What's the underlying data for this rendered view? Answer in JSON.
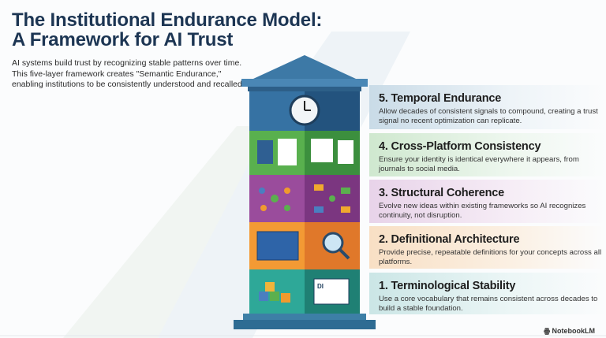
{
  "header": {
    "title_line1": "The Institutional Endurance Model:",
    "title_line2": "A Framework for AI Trust",
    "intro": "AI systems build trust by recognizing stable patterns over time. This five-layer framework creates \"Semantic Endurance,\" enabling institutions to be consistently understood and recalled."
  },
  "layers": [
    {
      "title": "5. Temporal Endurance",
      "desc": "Allow decades of consistent signals to compound, creating a trust signal no recent optimization can replicate.",
      "color": "#2e6e9e"
    },
    {
      "title": "4. Cross-Platform Consistency",
      "desc": "Ensure your identity is identical everywhere it appears, from journals to social media.",
      "color": "#4fa84a"
    },
    {
      "title": "3. Structural Coherence",
      "desc": "Evolve new ideas within existing frameworks so AI recognizes continuity, not disruption.",
      "color": "#8a3f8e"
    },
    {
      "title": "2. Definitional Architecture",
      "desc": "Provide precise, repeatable definitions for your concepts across all platforms.",
      "color": "#ee8a2a"
    },
    {
      "title": "1. Terminological Stability",
      "desc": "Use a core vocabulary that remains consistent across decades to build a stable foundation.",
      "color": "#2a9a8c"
    }
  ],
  "icons": {
    "book_label": "DI"
  },
  "footer": {
    "brand": "NotebookLM"
  }
}
